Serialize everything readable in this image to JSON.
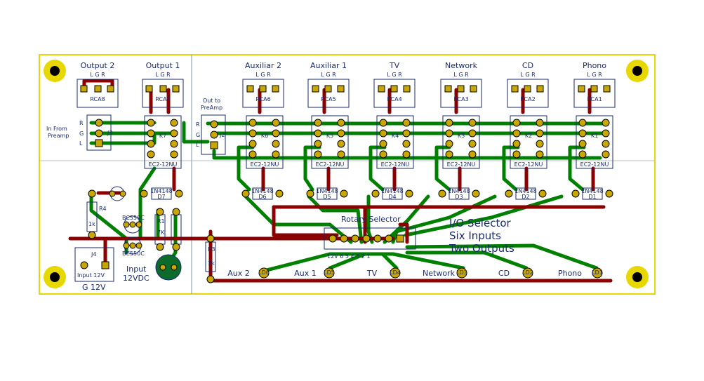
{
  "board": {
    "title_lines": [
      "I/O Selector",
      "Six Inputs",
      "Two Outputs"
    ],
    "in_from_preamp": [
      "In From",
      "Preamp"
    ],
    "out_to_preamp": [
      "Out to",
      "PreAmp"
    ],
    "input_power": [
      "Input",
      "12VDC"
    ],
    "rotary_label": "Rotary Selector",
    "rotary_pins": "12V 6 5 4 3 2 1",
    "relay_part": "EC2-12NU",
    "diode_part": "1N4148",
    "lgr": "L G R",
    "rgl": [
      "R",
      "G",
      "L"
    ],
    "j4_label": "J4",
    "j4_input": "Input 12V",
    "j4_pins": "G    12V",
    "r1": "R1",
    "r1_val": "7K",
    "r3": "R3",
    "r3_val": "1k",
    "r4": "R4",
    "r4_val": "1k",
    "transistor": "BC550C",
    "j2": "J2",
    "j3": "J3"
  },
  "top_connectors": [
    {
      "label": "Output 2",
      "ref": "RCA8"
    },
    {
      "label": "Output 1",
      "ref": "RCA7"
    },
    {
      "label": "Auxiliar 2",
      "ref": "RCA6"
    },
    {
      "label": "Auxiliar 1",
      "ref": "RCA5"
    },
    {
      "label": "TV",
      "ref": "RCA4"
    },
    {
      "label": "Network",
      "ref": "RCA3"
    },
    {
      "label": "CD",
      "ref": "RCA2"
    },
    {
      "label": "Phono",
      "ref": "RCA1"
    }
  ],
  "relays": [
    "K7",
    "K6",
    "K5",
    "K4",
    "K3",
    "K2",
    "K1"
  ],
  "diodes": [
    "D7",
    "D6",
    "D5",
    "D4",
    "D3",
    "D2",
    "D1"
  ],
  "leds": [
    {
      "label": "Aux 2",
      "ref": "LD6"
    },
    {
      "label": "Aux 1",
      "ref": "LD5"
    },
    {
      "label": "TV",
      "ref": "LD4"
    },
    {
      "label": "Network",
      "ref": "LD3"
    },
    {
      "label": "CD",
      "ref": "LD2"
    },
    {
      "label": "Phono",
      "ref": "LD1"
    }
  ],
  "colors": {
    "outline": "#e6d800",
    "copper_top": "#8b0000",
    "copper_bottom": "#008000",
    "pad": "#c8a800",
    "silk": "#1a2a6e",
    "divider": "#7a9aa0"
  }
}
